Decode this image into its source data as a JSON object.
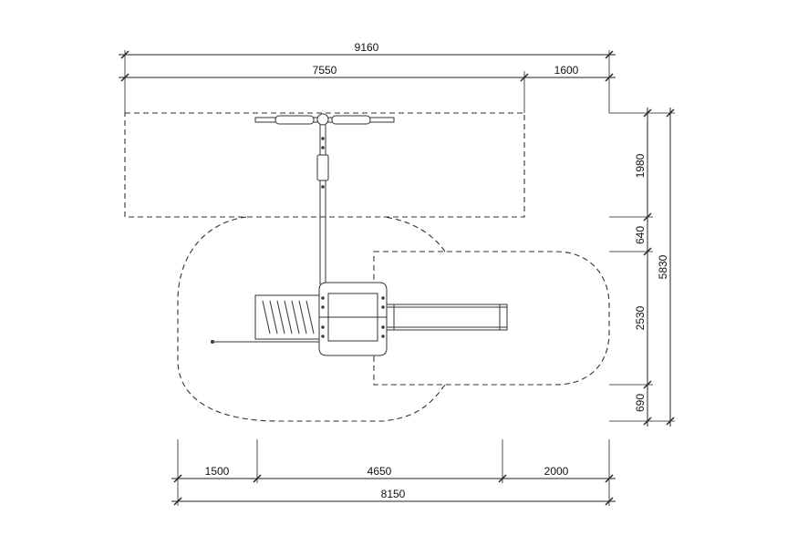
{
  "dimensions": {
    "top_total": "9160",
    "top_left": "7550",
    "top_right": "1600",
    "right_total": "5830",
    "right_1": "1980",
    "right_2": "640",
    "right_3": "2530",
    "right_4": "690",
    "bottom_1": "1500",
    "bottom_2": "4650",
    "bottom_3": "2000",
    "bottom_total": "8150"
  }
}
